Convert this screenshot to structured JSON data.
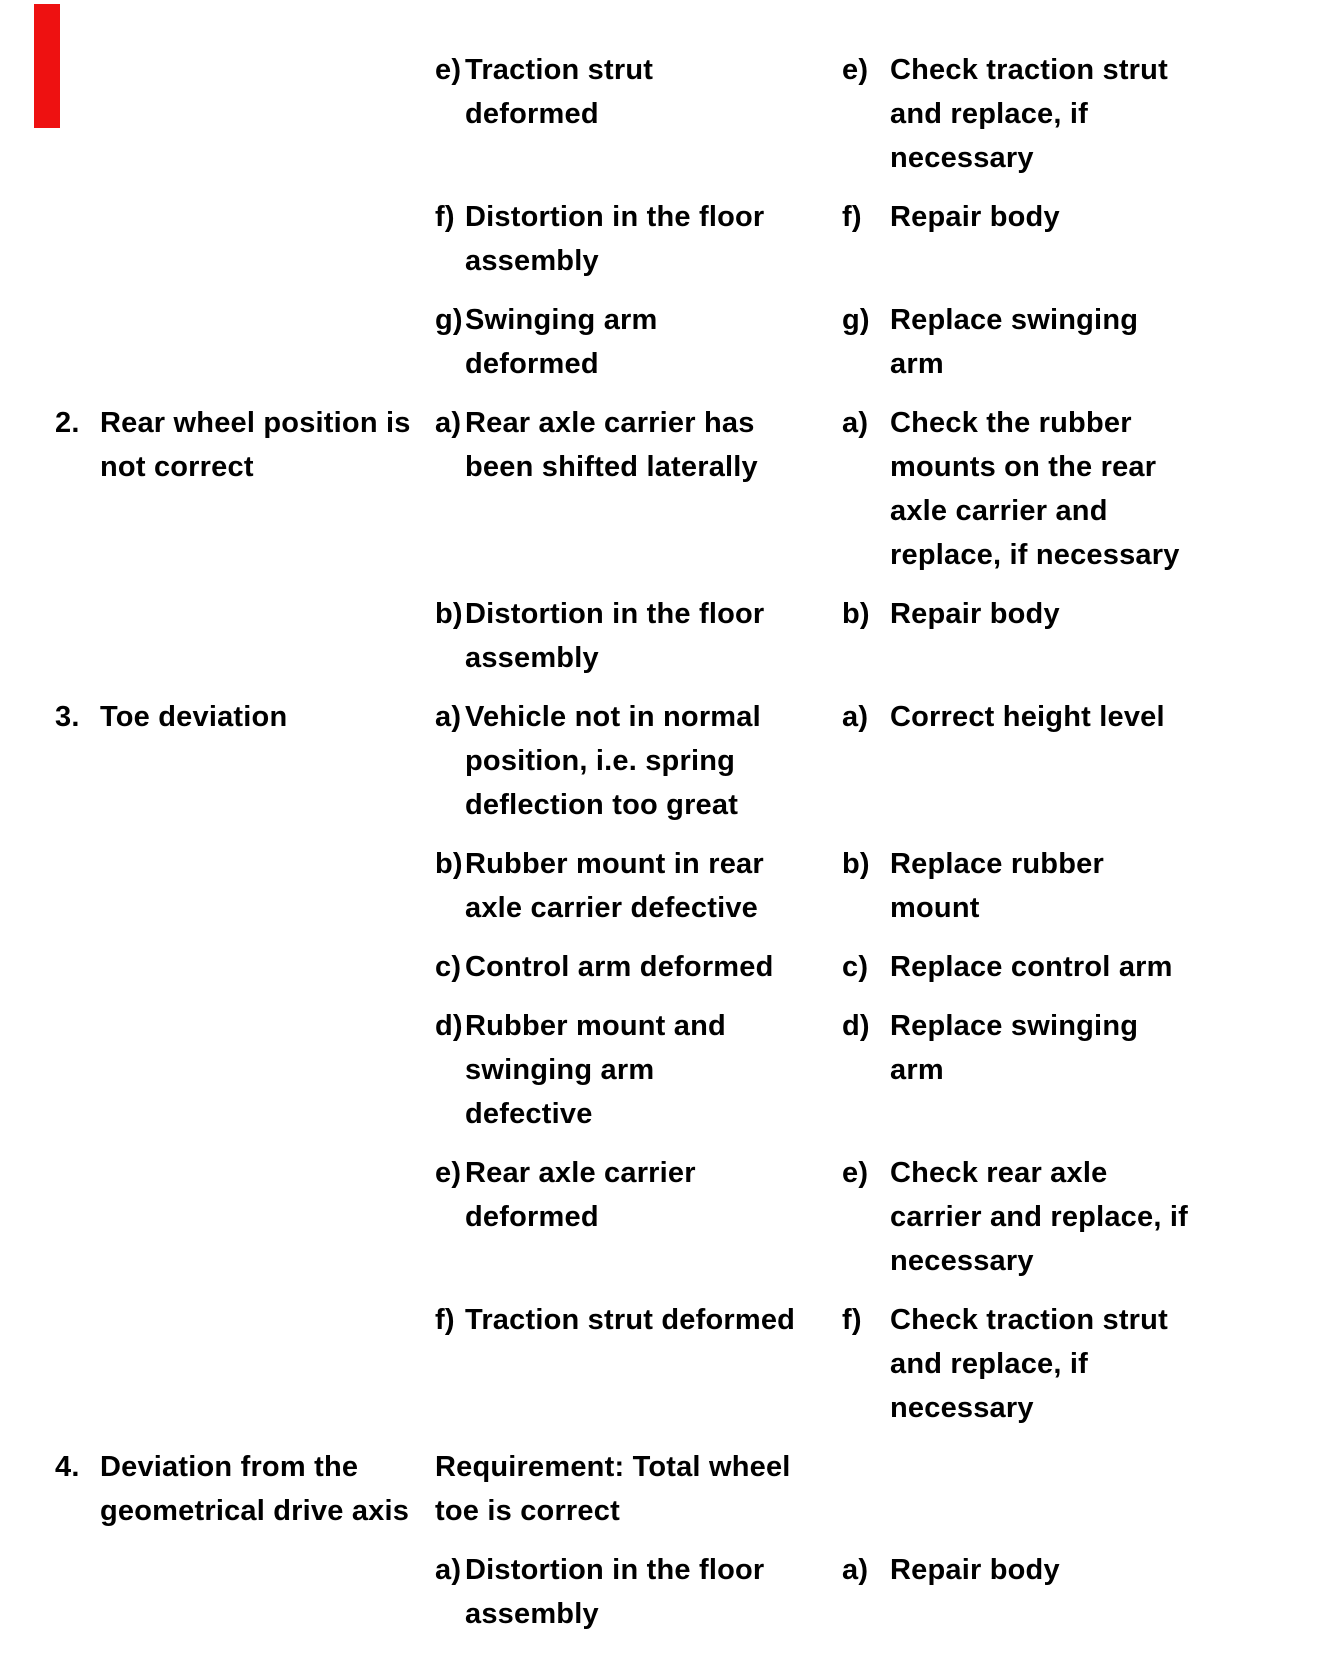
{
  "page": {
    "background": "#ffffff",
    "text_color": "#000000",
    "red_marker_color": "#ee1111"
  },
  "rows": [
    {
      "problem": null,
      "cause": {
        "letter": "e)",
        "lines": [
          "Traction strut",
          "deformed"
        ]
      },
      "remedy": {
        "letter": "e)",
        "lines": [
          "Check traction strut",
          "and replace, if",
          "necessary"
        ]
      }
    },
    {
      "problem": null,
      "cause": {
        "letter": "f)",
        "lines": [
          "Distortion in the floor",
          "assembly"
        ]
      },
      "remedy": {
        "letter": "f)",
        "lines": [
          "Repair body"
        ]
      }
    },
    {
      "problem": null,
      "cause": {
        "letter": "g)",
        "lines": [
          "Swinging arm",
          "deformed"
        ]
      },
      "remedy": {
        "letter": "g)",
        "lines": [
          "Replace swinging",
          "arm"
        ]
      }
    },
    {
      "problem": {
        "number": "2.",
        "lines": [
          "Rear wheel position is",
          "not correct"
        ]
      },
      "cause": {
        "letter": "a)",
        "lines": [
          "Rear axle carrier has",
          "been shifted laterally"
        ]
      },
      "remedy": {
        "letter": "a)",
        "lines": [
          "Check the rubber",
          "mounts on the rear",
          "axle carrier and",
          "replace, if necessary"
        ]
      }
    },
    {
      "problem": null,
      "cause": {
        "letter": "b)",
        "lines": [
          "Distortion in the floor",
          "assembly"
        ]
      },
      "remedy": {
        "letter": "b)",
        "lines": [
          "Repair body"
        ]
      }
    },
    {
      "problem": {
        "number": "3.",
        "lines": [
          "Toe deviation"
        ]
      },
      "cause": {
        "letter": "a)",
        "lines": [
          "Vehicle not in normal",
          "position, i.e. spring",
          "deflection too great"
        ]
      },
      "remedy": {
        "letter": "a)",
        "lines": [
          "Correct height level"
        ]
      }
    },
    {
      "problem": null,
      "cause": {
        "letter": "b)",
        "lines": [
          "Rubber mount in rear",
          "axle carrier defective"
        ]
      },
      "remedy": {
        "letter": "b)",
        "lines": [
          "Replace rubber",
          "mount"
        ]
      }
    },
    {
      "problem": null,
      "cause": {
        "letter": "c)",
        "lines": [
          "Control arm deformed"
        ]
      },
      "remedy": {
        "letter": "c)",
        "lines": [
          "Replace control arm"
        ]
      }
    },
    {
      "problem": null,
      "cause": {
        "letter": "d)",
        "lines": [
          "Rubber mount and",
          "swinging arm",
          "defective"
        ]
      },
      "remedy": {
        "letter": "d)",
        "lines": [
          "Replace swinging",
          "arm"
        ]
      }
    },
    {
      "problem": null,
      "cause": {
        "letter": "e)",
        "lines": [
          "Rear axle carrier",
          "deformed"
        ]
      },
      "remedy": {
        "letter": "e)",
        "lines": [
          "Check rear axle",
          "carrier and replace, if",
          "necessary"
        ]
      }
    },
    {
      "problem": null,
      "cause": {
        "letter": "f)",
        "lines": [
          "Traction strut deformed"
        ]
      },
      "remedy": {
        "letter": "f)",
        "lines": [
          "Check traction strut",
          "and replace, if",
          "necessary"
        ]
      }
    },
    {
      "problem": {
        "number": "4.",
        "lines": [
          "Deviation from the",
          "geometrical drive axis"
        ]
      },
      "cause": {
        "letter": "",
        "lines": [
          "Requirement: Total wheel",
          "toe is correct"
        ]
      },
      "remedy": null
    },
    {
      "problem": null,
      "cause": {
        "letter": "a)",
        "lines": [
          "Distortion in the floor",
          "assembly"
        ]
      },
      "remedy": {
        "letter": "a)",
        "lines": [
          "Repair body"
        ]
      }
    }
  ]
}
